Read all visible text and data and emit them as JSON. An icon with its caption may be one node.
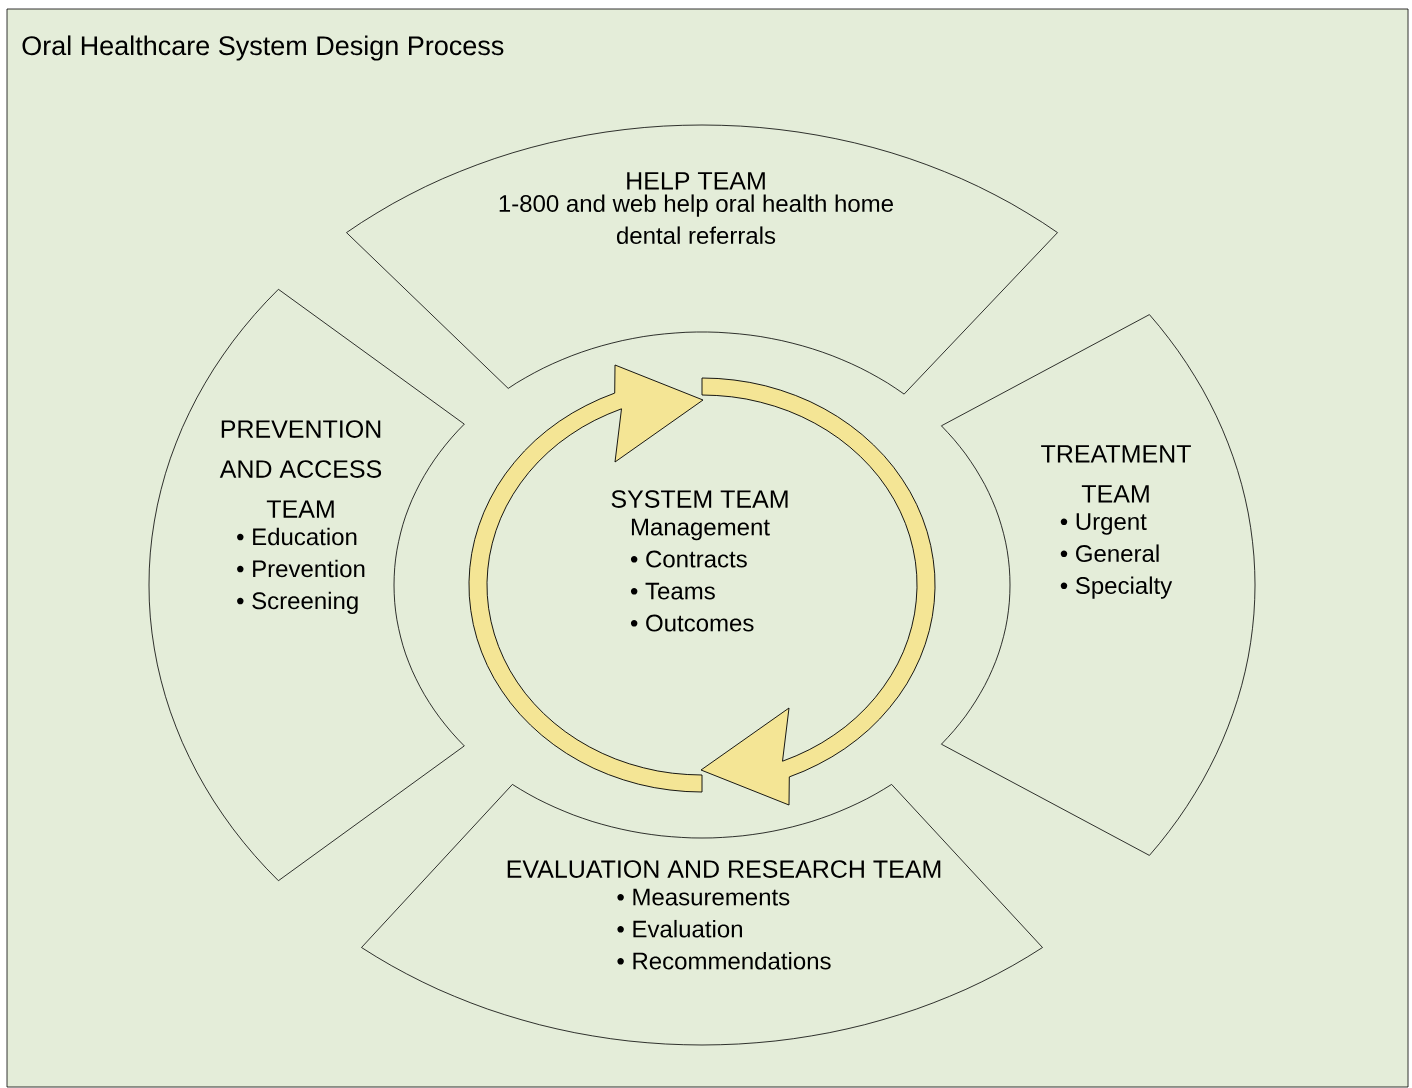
{
  "diagram": {
    "title": "Oral Healthcare System Design Process",
    "nodes": [
      {
        "text": [
          "HELP TEAM",
          "1-800 and web help oral health home dental referrals"
        ]
      },
      {
        "text": [
          "PREVENTION AND ACCESS TEAM",
          "• Education",
          "• Prevention",
          "• Screening"
        ]
      },
      {
        "text": [
          "SYSTEM TEAM",
          "Management",
          "• Contracts",
          "• Teams",
          "• Outcomes"
        ]
      },
      {
        "text": [
          "TREATMENT TEAM",
          "• Urgent",
          "• General",
          "• Specialty"
        ]
      },
      {
        "text": [
          "EVALUATION AND RESEARCH TEAM",
          "• Measurements",
          "• Evaluation",
          "• Recommendations"
        ]
      }
    ]
  }
}
